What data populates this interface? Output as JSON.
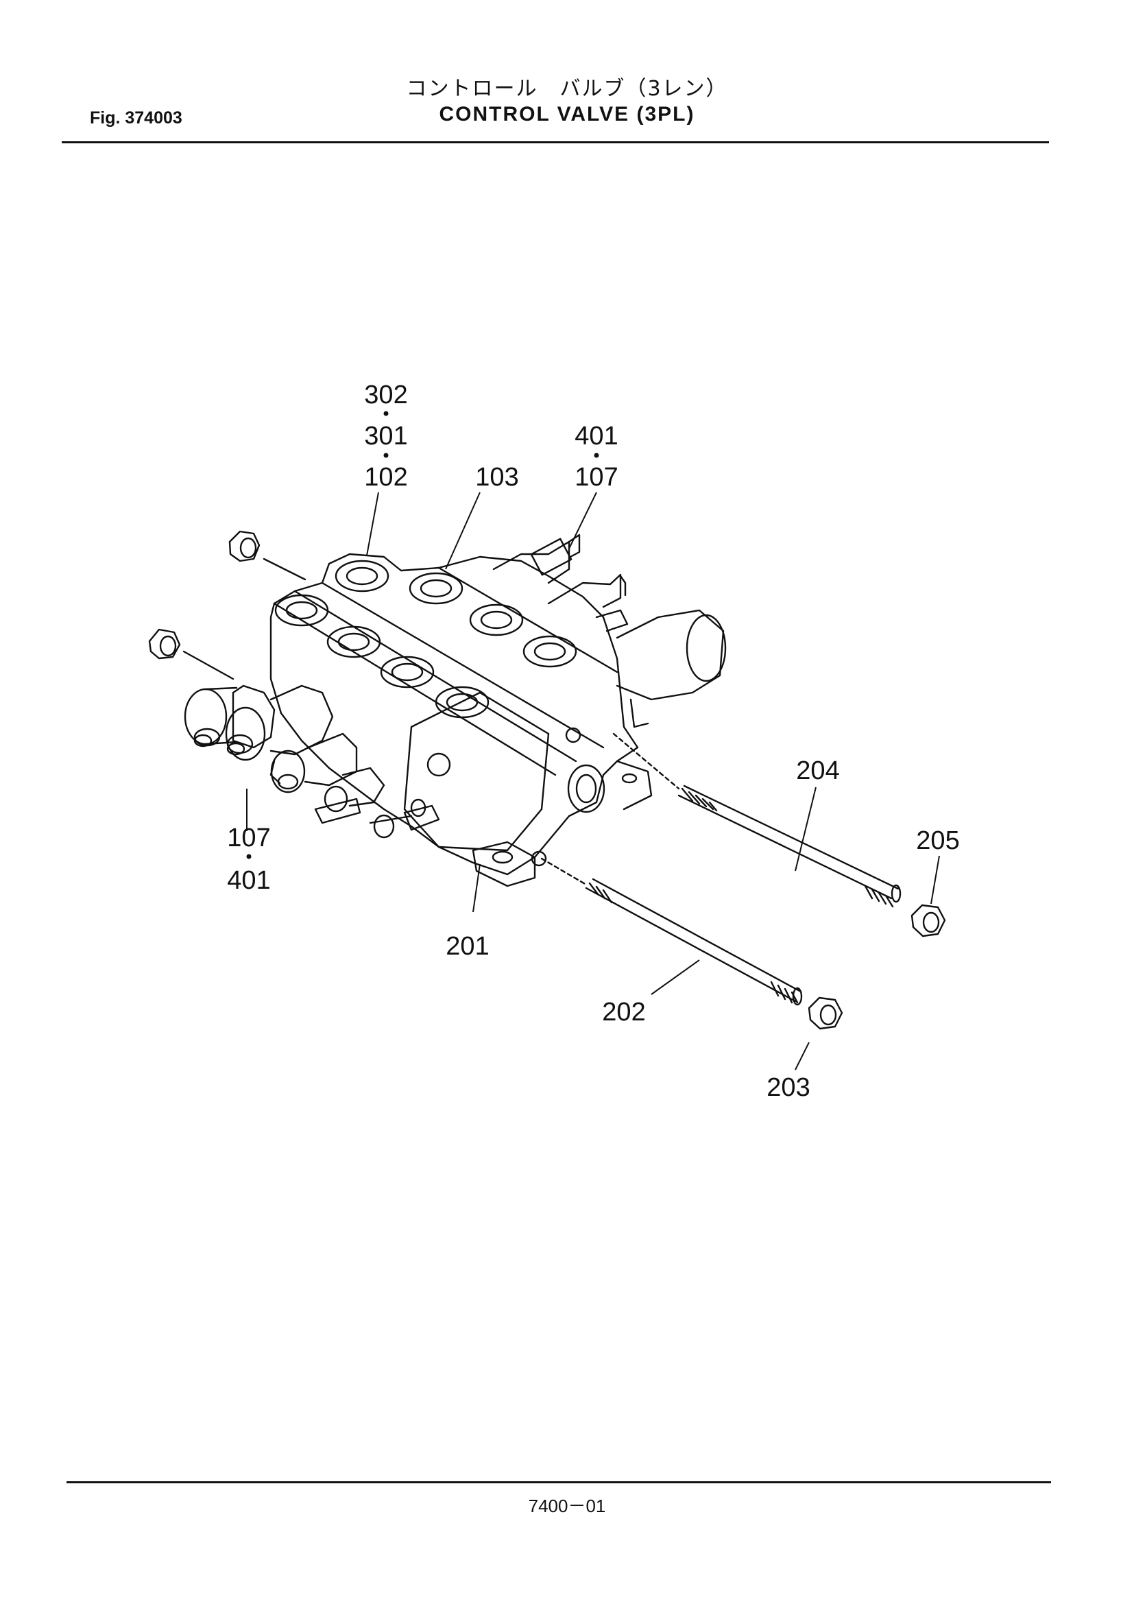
{
  "header": {
    "fig_number": "Fig. 374003",
    "title_jp": "コントロール　バルブ（3レン）",
    "title_en": "CONTROL  VALVE (3PL)"
  },
  "callouts": {
    "c302": "302",
    "c301": "301",
    "c102": "102",
    "c103": "103",
    "c401_top": "401",
    "c107_top": "107",
    "c107_left": "107",
    "c401_left": "401",
    "c201": "201",
    "c202": "202",
    "c203": "203",
    "c204": "204",
    "c205": "205"
  },
  "footer": {
    "page_code": "7400－01"
  }
}
